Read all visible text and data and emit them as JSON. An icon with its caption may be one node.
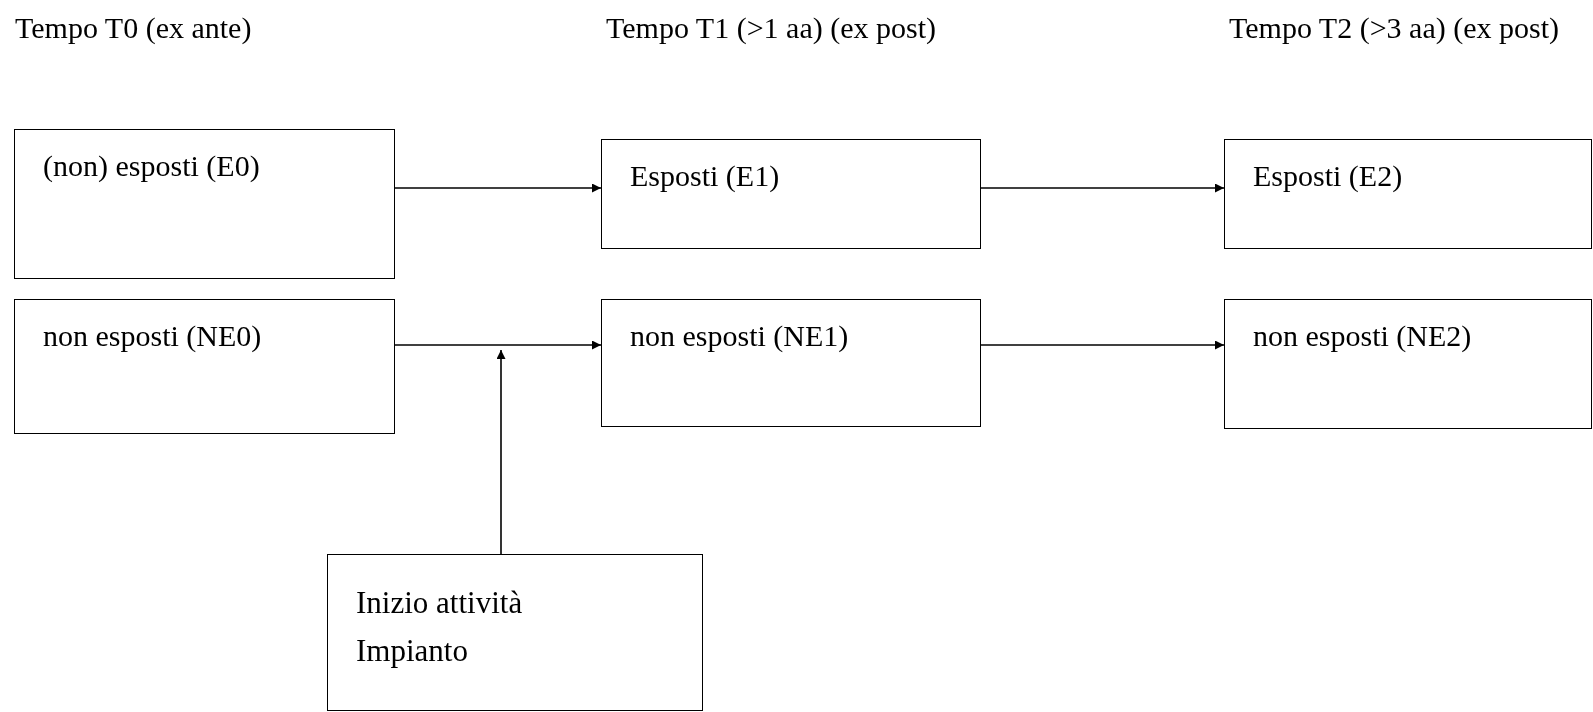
{
  "diagram": {
    "nodes": [
      {
        "text": [
          "(non) esposti (E0)"
        ]
      },
      {
        "text": [
          "Esposti (E1)"
        ]
      },
      {
        "text": [
          "Esposti (E2)"
        ]
      },
      {
        "text": [
          "non esposti (NE0)"
        ]
      },
      {
        "text": [
          "non esposti (NE1)"
        ]
      },
      {
        "text": [
          "non esposti (NE2)"
        ]
      },
      {
        "text": [
          "Inizio attività Impianto"
        ]
      }
    ],
    "edges": [
      {
        "from": 0,
        "to": 1,
        "arrow": "to"
      },
      {
        "from": 1,
        "to": 2,
        "arrow": "to"
      },
      {
        "from": 3,
        "to": 4,
        "arrow": "to"
      },
      {
        "from": 4,
        "to": 5,
        "arrow": "to"
      },
      {
        "from": 6,
        "to": null,
        "arrow": "to"
      }
    ],
    "labels": [
      "Tempo T0 (ex ante)",
      "Tempo T1 (>1 aa) (ex post)",
      "Tempo T2 (>3 aa) (ex post)"
    ]
  }
}
